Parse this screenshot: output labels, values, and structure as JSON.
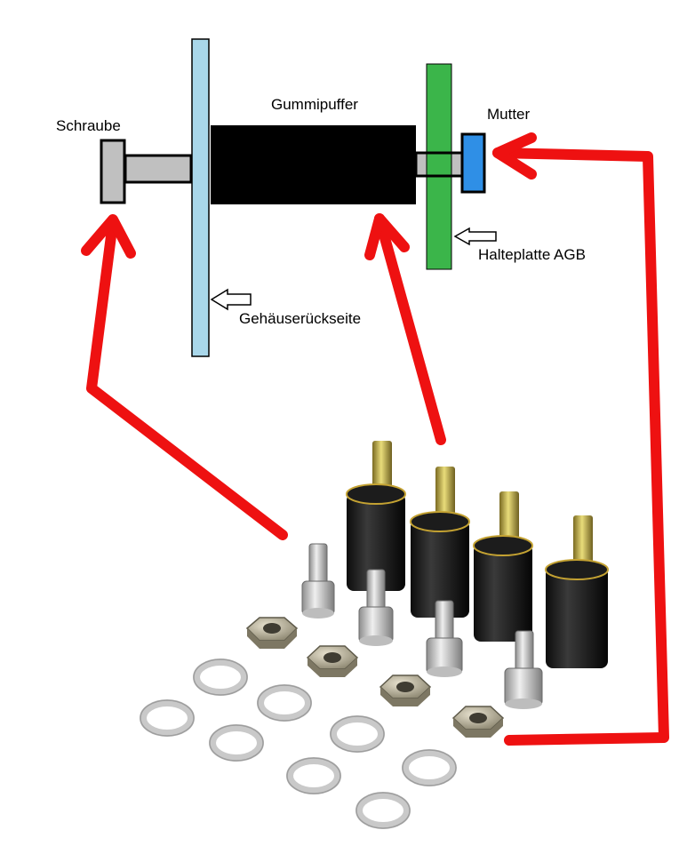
{
  "labels": {
    "screw": "Schraube",
    "rubber_buffer": "Gummipuffer",
    "nut": "Mutter",
    "mounting_plate": "Halteplatte AGB",
    "case_back": "Gehäuserückseite"
  },
  "colors": {
    "case_back_panel": "#a9d7ea",
    "mounting_plate": "#3bb54a",
    "rubber_buffer": "#000000",
    "screw": "#c0c0c0",
    "nut": "#2f8fe6",
    "pointer_arrow": "#ee1111"
  },
  "icons": {
    "case_back_pointer": "hollow-arrow-left-icon",
    "plate_pointer": "hollow-arrow-left-icon"
  },
  "photo": {
    "rubber_buffers": 4,
    "hex_screws": 4,
    "hex_nuts": 4,
    "washers": 8
  }
}
